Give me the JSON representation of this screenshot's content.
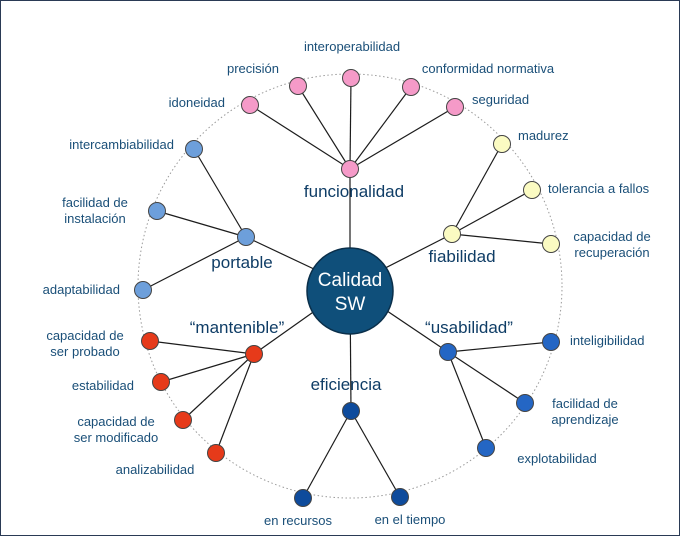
{
  "center": {
    "line1": "Calidad",
    "line2": "SW"
  },
  "colors": {
    "funcionalidad": "#f59ac8",
    "fiabilidad": "#fbfbc2",
    "usabilidad": "#2466c4",
    "eficiencia": "#0e4b9c",
    "mantenible": "#e63a1a",
    "portable": "#6d9fdb",
    "center_fill": "#0f4f7a"
  },
  "categories": {
    "funcionalidad": "funcionalidad",
    "fiabilidad": "fiabilidad",
    "usabilidad": "“usabilidad”",
    "eficiencia": "eficiencia",
    "mantenible": "“mantenible”",
    "portable": "portable"
  },
  "leaves": {
    "funcionalidad": {
      "idoneidad": "idoneidad",
      "precision": "precisión",
      "interoperabilidad": "interoperabilidad",
      "conformidad": "conformidad normativa",
      "seguridad": "seguridad"
    },
    "fiabilidad": {
      "madurez": "madurez",
      "tolerancia": "tolerancia a fallos",
      "recuperacion_1": "capacidad de",
      "recuperacion_2": "recuperación"
    },
    "usabilidad": {
      "inteligibilidad": "inteligibilidad",
      "aprendizaje_1": "facilidad de",
      "aprendizaje_2": "aprendizaje",
      "explotabilidad": "explotabilidad"
    },
    "eficiencia": {
      "recursos": "en recursos",
      "tiempo": "en el tiempo"
    },
    "mantenible": {
      "probado_1": "capacidad de",
      "probado_2": "ser probado",
      "estabilidad": "estabilidad",
      "modificado_1": "capacidad de",
      "modificado_2": "ser modificado",
      "analizabilidad": "analizabilidad"
    },
    "portable": {
      "intercambiabilidad": "intercambiabilidad",
      "instalacion_1": "facilidad de",
      "instalacion_2": "instalación",
      "adaptabilidad": "adaptabilidad"
    }
  }
}
